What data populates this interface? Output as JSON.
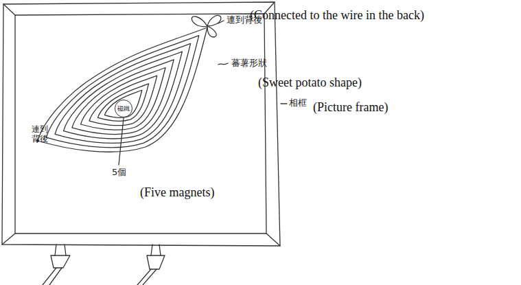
{
  "diagram": {
    "nodes": [
      {
        "text": [
          "磁鐵"
        ]
      }
    ],
    "labels": [
      "連到背後",
      "(Connected to the wire in the back)",
      "蕃薯形狀",
      "(Sweet potato shape)",
      "相框",
      "(Picture frame)",
      "連到背後",
      "5個",
      "(Five magnets)"
    ]
  }
}
